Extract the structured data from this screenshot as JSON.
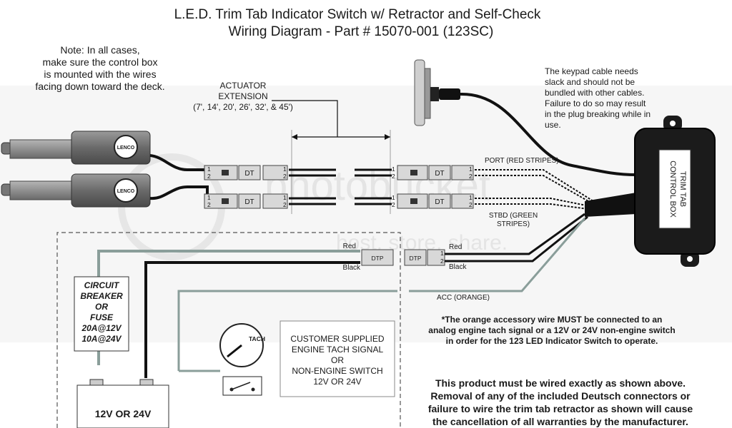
{
  "title": {
    "line1": "L.E.D. Trim Tab Indicator Switch w/ Retractor and Self-Check",
    "line2": "Wiring Diagram - Part # 15070-001 (123SC)"
  },
  "note_left": {
    "line1": "Note: In all cases,",
    "line2": "make sure the control box",
    "line3": "is mounted with the wires",
    "line4": "facing down toward the deck."
  },
  "actuator_extension": {
    "line1": "ACTUATOR",
    "line2": "EXTENSION",
    "line3": "(7', 14', 20', 26', 32', & 45')"
  },
  "keypad_note": {
    "line1": "The keypad cable needs",
    "line2": "slack and should not be",
    "line3": "bundled with other cables.",
    "line4": "Failure to do so may result",
    "line5": "in the plug breaking while in",
    "line6": "use."
  },
  "control_box": {
    "line1": "TRIM TAB",
    "line2": "CONTROL BOX"
  },
  "actuator_logo": "LENCO",
  "connector_label": "DT",
  "power_connector_label": "DTP",
  "pin1": "1",
  "pin2": "2",
  "port_label": "PORT (RED STRIPES)",
  "stbd_label": {
    "line1": "STBD (GREEN",
    "line2": "STRIPES)"
  },
  "wire_red": "Red",
  "wire_black": "Black",
  "acc_label": "ACC (ORANGE)",
  "breaker": {
    "line1": "CIRCUIT",
    "line2": "BREAKER",
    "line3": "OR",
    "line4": "FUSE",
    "line5": "20A@12V",
    "line6": "10A@24V"
  },
  "battery_label": "12V OR 24V",
  "tach_label": "TACH",
  "customer_supplied": {
    "line1": "CUSTOMER SUPPLIED",
    "line2": "ENGINE TACH SIGNAL",
    "line3": "OR",
    "line4": "NON-ENGINE SWITCH",
    "line5": "12V OR 24V"
  },
  "orange_note": {
    "line1": "*The orange accessory wire MUST be connected to an",
    "line2": "analog engine tach signal or a 12V or 24V non-engine switch",
    "line3": "in order for the 123 LED Indicator Switch to operate."
  },
  "warranty_note": {
    "line1": "This product must be wired exactly as shown above.",
    "line2": "Removal of any of the included Deutsch connectors or",
    "line3": "failure to wire the trim tab retractor as shown will cause",
    "line4": "the cancellation of all warranties by the manufacturer."
  },
  "watermark": {
    "line1": "photobucket",
    "line2": "host. store. share."
  },
  "colors": {
    "actuator_body": "#6d6d6d",
    "control_box": "#1b1b1b",
    "wire": "#1a1a1a",
    "acc_wire": "#8a9e9a",
    "connector_fill": "#d8d8d8",
    "watermark_band": "#ececec"
  }
}
